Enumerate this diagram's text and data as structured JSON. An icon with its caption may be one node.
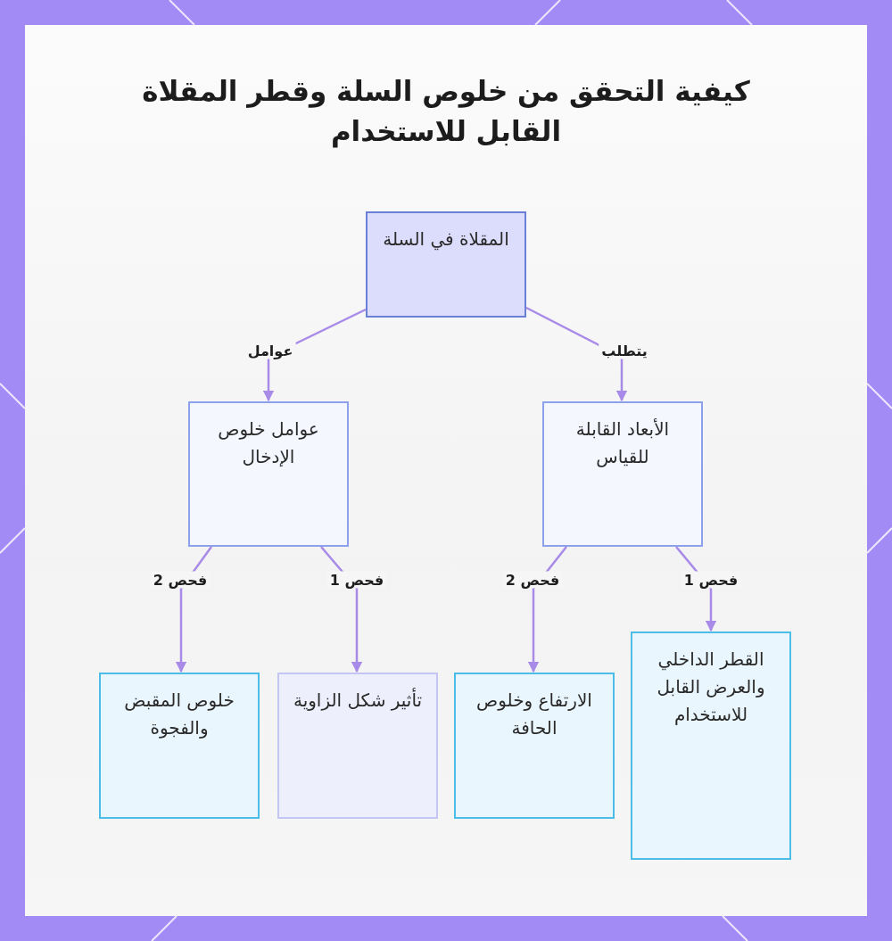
{
  "diagram": {
    "title": "كيفية التحقق من خلوص السلة وقطر المقلاة القابل للاستخدام",
    "nodes": [
      {
        "text": [
          "المقلاة في السلة"
        ]
      },
      {
        "text": [
          "الأبعاد القابلة للقياس"
        ]
      },
      {
        "text": [
          "عوامل خلوص الإدخال"
        ]
      },
      {
        "text": [
          "القطر الداخلي والعرض القابل للاستخدام"
        ]
      },
      {
        "text": [
          "الارتفاع وخلوص الحافة"
        ]
      },
      {
        "text": [
          "تأثير شكل الزاوية"
        ]
      },
      {
        "text": [
          "خلوص المقبض والفجوة"
        ]
      }
    ],
    "edges": [
      {
        "from": 0,
        "to": 1,
        "arrow": "to",
        "label": "يتطلب"
      },
      {
        "from": 0,
        "to": 2,
        "arrow": "to",
        "label": "عوامل"
      },
      {
        "from": 1,
        "to": 3,
        "arrow": "to",
        "label": "فحص 1"
      },
      {
        "from": 1,
        "to": 4,
        "arrow": "to",
        "label": "فحص 2"
      },
      {
        "from": 2,
        "to": 5,
        "arrow": "to",
        "label": "فحص 1"
      },
      {
        "from": 2,
        "to": 6,
        "arrow": "to",
        "label": "فحص 2"
      }
    ]
  }
}
